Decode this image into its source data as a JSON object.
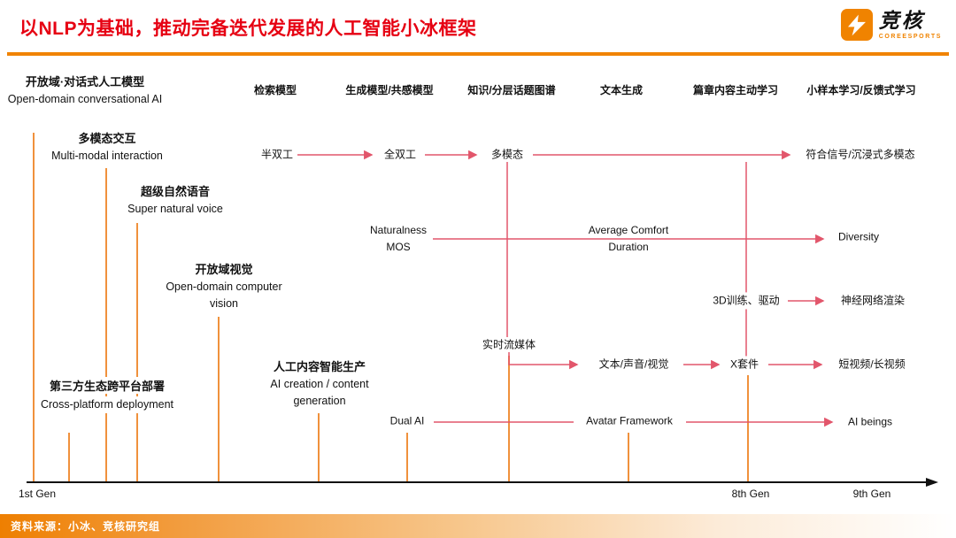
{
  "header": {
    "title": "以NLP为基础，推动完备迭代发展的人工智能小冰框架",
    "logo": {
      "cn": "竞核",
      "en": "COREESPORTS"
    }
  },
  "columns": [
    "检索模型",
    "生成模型/共感模型",
    "知识/分层话题图谱",
    "文本生成",
    "篇章内容主动学习",
    "小样本学习/反馈式学习"
  ],
  "groups": {
    "conversational": {
      "cn": "开放域·对话式人工模型",
      "en": "Open-domain conversational AI"
    },
    "multimodal": {
      "cn": "多模态交互",
      "en": "Multi-modal interaction"
    },
    "voice": {
      "cn": "超级自然语音",
      "en": "Super natural voice"
    },
    "vision": {
      "cn": "开放域视觉",
      "en": "Open-domain computer vision"
    },
    "deployment": {
      "cn": "第三方生态跨平台部署",
      "en": "Cross-platform deployment"
    },
    "creation": {
      "cn": "人工内容智能生产",
      "en": "AI creation / content generation"
    }
  },
  "nodes": {
    "half_duplex": "半双工",
    "full_duplex": "全双工",
    "multi_modal": "多模态",
    "immersive": "符合信号/沉浸式多模态",
    "naturalness": {
      "l1": "Naturalness",
      "l2": "MOS"
    },
    "comfort": {
      "l1": "Average Comfort",
      "l2": "Duration"
    },
    "diversity": "Diversity",
    "training3d": "3D训练、驱动",
    "neural_render": "神经网络渲染",
    "streaming": "实时流媒体",
    "text_voice_vision": "文本/声音/视觉",
    "x_kit": "X套件",
    "short_long_video": "短视频/长视频",
    "dual_ai": "Dual AI",
    "avatar_framework": "Avatar Framework",
    "ai_beings": "AI beings"
  },
  "axis": {
    "gen1": "1st Gen",
    "gen8": "8th Gen",
    "gen9": "9th Gen"
  },
  "footer": {
    "source": "资料来源：小冰、竞核研究组"
  },
  "colors": {
    "accent_red": "#e60012",
    "accent_orange": "#f08300",
    "connector_pink": "#e2566b"
  }
}
